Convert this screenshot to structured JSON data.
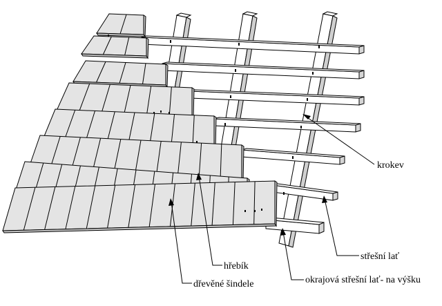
{
  "labels": {
    "krokev": "krokev",
    "stresni_lat": "střešní lať",
    "okrajova_lat": "okrajová střešní lať- na výšku",
    "hrebik": "hřebík",
    "dreve_sindele": "dřevěné šindele"
  },
  "colors": {
    "shingle": "#e4e4e4",
    "shingle_dark": "#c4c4c4",
    "batten": "#ffffff",
    "batten_side": "#d6d6d6",
    "rafter": "#ffffff",
    "rafter_side": "#cfcfcf",
    "stroke": "#000000"
  }
}
